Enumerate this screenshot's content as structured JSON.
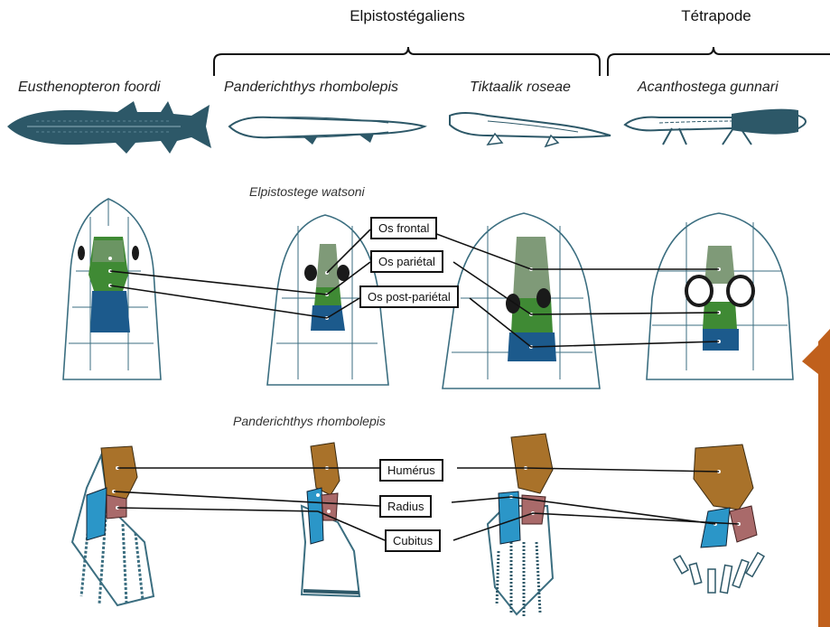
{
  "groups": {
    "elpistostegaliens": "Elpistostégaliens",
    "tetrapode": "Tétrapode"
  },
  "species": [
    "Eusthenopteron foordi",
    "Panderichthys rhombolepis",
    "Tiktaalik roseae",
    "Acanthostega gunnari"
  ],
  "skull_row_caption": "Elpistostege watsoni",
  "limb_row_caption": "Panderichthys rhombolepis",
  "skull_labels": {
    "frontal": "Os frontal",
    "parietal": "Os pariétal",
    "postparietal": "Os post-pariétal"
  },
  "limb_labels": {
    "humerus": "Humérus",
    "radius": "Radius",
    "cubitus": "Cubitus"
  },
  "colors": {
    "frontal": "#7f9a78",
    "parietal": "#3f8a34",
    "postparietal": "#1c5a8c",
    "humerus": "#a9722a",
    "radius": "#2b96c8",
    "cubitus": "#a96a6a",
    "outline": "#3b6e80",
    "fish": "#2d5868",
    "accent_arrow": "#c0601c"
  }
}
